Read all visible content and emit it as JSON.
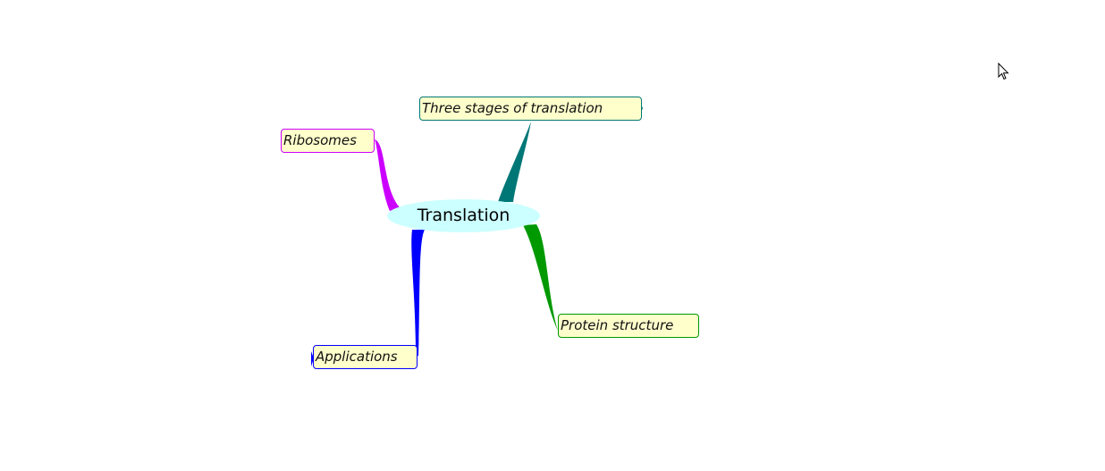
{
  "map": {
    "central": {
      "label": "Translation",
      "color": "#ccffff"
    },
    "branches": [
      {
        "label": "Three stages of translation",
        "color": "#007777"
      },
      {
        "label": "Ribosomes",
        "color": "#cc00ff"
      },
      {
        "label": "Protein structure",
        "color": "#009900"
      },
      {
        "label": "Applications",
        "color": "#0000ff"
      }
    ]
  },
  "cursor": {
    "icon": "arrow-cursor-icon"
  }
}
